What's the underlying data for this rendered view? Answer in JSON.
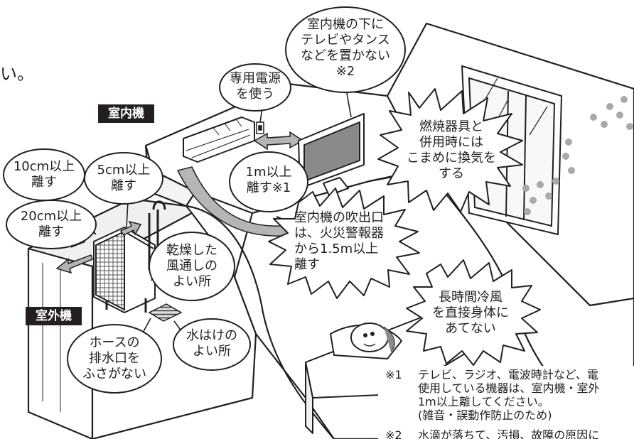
{
  "page_fragment": "い。",
  "tags": {
    "indoor_unit": "室内機",
    "outdoor_unit": "室外機"
  },
  "callouts": {
    "no_tv_below": [
      "室内機の下に",
      "テレビやタンス",
      "などを置かない",
      "※2"
    ],
    "dedicated_power": [
      "専用電源",
      "を使う"
    ],
    "ventilate": [
      "燃焼器具と",
      "併用時には",
      "こまめに換気を",
      "する"
    ],
    "gap_1m": [
      "1m以上",
      "離す※1"
    ],
    "gap_10cm": [
      "10cm以上",
      "離す"
    ],
    "gap_5cm": [
      "5cm以上",
      "離す"
    ],
    "gap_20cm": [
      "20cm以上",
      "離す"
    ],
    "fire_alarm": [
      "室内機の吹出口",
      "は、火災警報器",
      "から1.5m以上",
      "離す"
    ],
    "dry_place": [
      "乾燥した",
      "風通しの",
      "よい所"
    ],
    "no_direct_wind": [
      "長時間冷風",
      "を直接身体に",
      "あてない"
    ],
    "hose_outlet": [
      "ホースの",
      "排水口を",
      "ふさがない"
    ],
    "drainage": [
      "水はけの",
      "よい所"
    ]
  },
  "footnotes": [
    {
      "mark": "※1",
      "lines": [
        "テレビ、ラジオ、電波時計など、電",
        "使用している機器は、室内機・室外",
        "1m以上離してください。",
        "(雑音・誤動作防止のため)"
      ]
    },
    {
      "mark": "※2",
      "lines": [
        "水滴が落ちて、汚損、故障の原因に"
      ]
    }
  ],
  "colors": {
    "ink": "#231f20",
    "arrow_gray": "#b4b5b5",
    "dot_gray": "#a8a9a9",
    "tag_bg": "#231f20"
  }
}
